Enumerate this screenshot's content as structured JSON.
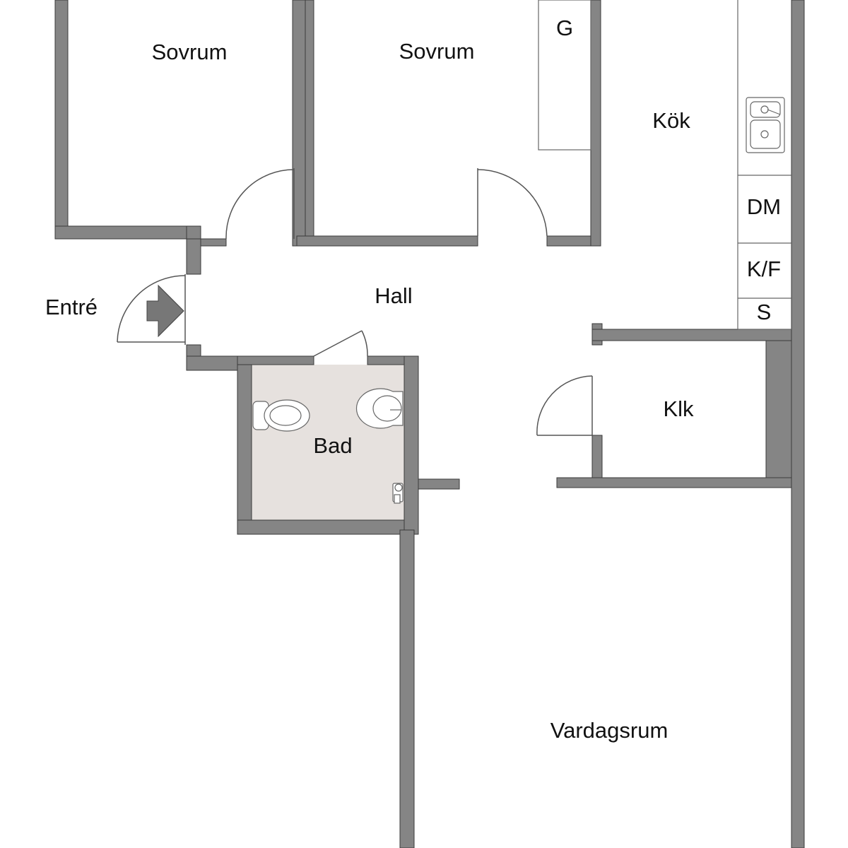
{
  "rooms": {
    "sovrum_1": "Sovrum",
    "sovrum_2": "Sovrum",
    "garderob": "G",
    "kok": "Kök",
    "diskmaskin": "DM",
    "kyl_frys": "K/F",
    "spis": "S",
    "entre": "Entré",
    "hall": "Hall",
    "bad": "Bad",
    "klk": "Klk",
    "vardagsrum": "Vardagsrum"
  },
  "colors": {
    "wall": "#858585",
    "bathroom_floor": "#e6e1de",
    "background": "#ffffff"
  }
}
